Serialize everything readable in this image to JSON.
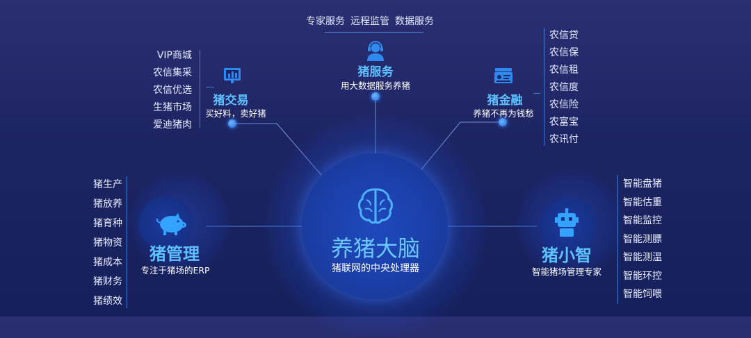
{
  "top": {
    "items": [
      "专家服务",
      "远程监管",
      "数据服务"
    ],
    "title": "猪服务",
    "subtitle": "用大数据服务养猪"
  },
  "trade": {
    "title": "猪交易",
    "subtitle": "买好料，卖好猪",
    "items": [
      "VIP商城",
      "农信集采",
      "农信优选",
      "生猪市场",
      "爱迪猪肉"
    ]
  },
  "finance": {
    "title": "猪金融",
    "subtitle": "养猪不再为钱愁",
    "items": [
      "农信贷",
      "农信保",
      "农信租",
      "农信度",
      "农信险",
      "农富宝",
      "农讯付"
    ]
  },
  "manage": {
    "title": "猪管理",
    "subtitle": "专注于猪场的ERP",
    "items": [
      "猪生产",
      "猪放养",
      "猪育种",
      "猪物资",
      "猪成本",
      "猪财务",
      "猪绩效"
    ]
  },
  "brain": {
    "title": "养猪大脑",
    "subtitle": "猪联网的中央处理器"
  },
  "smart": {
    "title": "猪小智",
    "subtitle": "智能猪场管理专家",
    "items": [
      "智能盘猪",
      "智能估重",
      "智能监控",
      "智能测膘",
      "智能测温",
      "智能环控",
      "智能饲喂"
    ]
  },
  "colors": {
    "accent": "#5ec0ff",
    "line": "#4a7fd8",
    "background": "#1d2462"
  }
}
